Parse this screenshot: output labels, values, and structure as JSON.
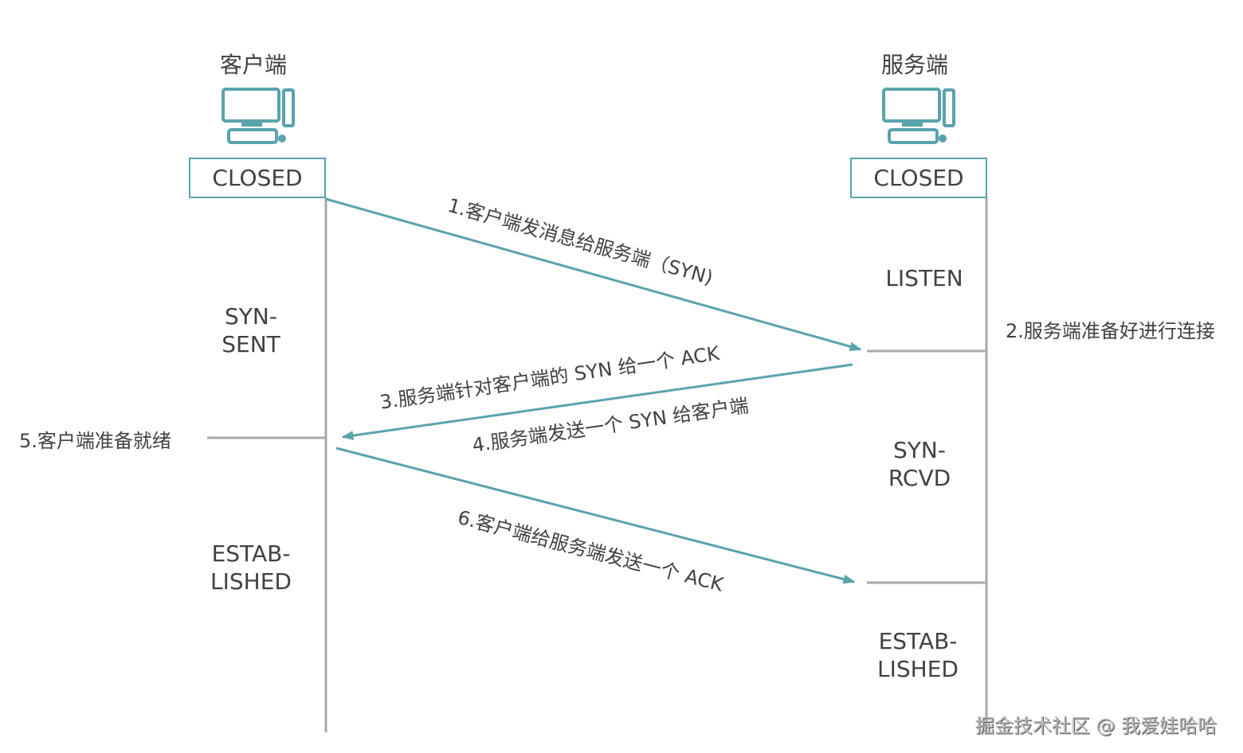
{
  "client": {
    "title": "客户端",
    "icon": "computer-icon",
    "initial_state": "CLOSED",
    "states": [
      "SYN-\nSENT",
      "ESTAB-\nLISHED"
    ],
    "note": "5.客户端准备就绪"
  },
  "server": {
    "title": "服务端",
    "icon": "computer-icon",
    "initial_state": "CLOSED",
    "states": [
      "LISTEN",
      "SYN-\nRCVD",
      "ESTAB-\nLISHED"
    ],
    "note": "2.服务端准备好进行连接"
  },
  "messages": [
    {
      "label": "1.客户端发消息给服务端（SYN)",
      "direction": "client-to-server"
    },
    {
      "label": "3.服务端针对客户端的 SYN 给一个 ACK",
      "direction": "server-to-client"
    },
    {
      "label": "4.服务端发送一个 SYN 给客户端",
      "direction": "server-to-client"
    },
    {
      "label": "6.客户端给服务端发送一个 ACK",
      "direction": "client-to-server"
    }
  ],
  "colors": {
    "accent": "#5aa3ad",
    "line": "#a8a8a8",
    "text": "#3f4143"
  },
  "watermark": "掘金技术社区 @ 我爱娃哈哈"
}
